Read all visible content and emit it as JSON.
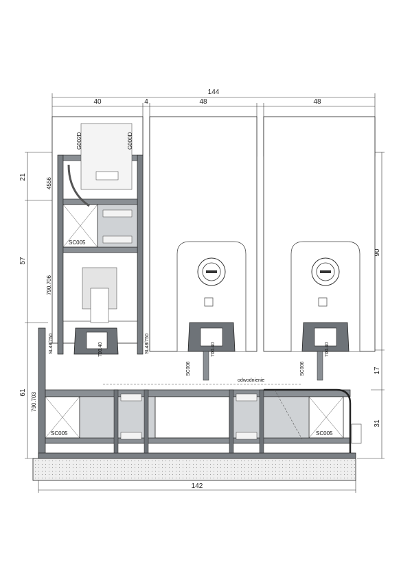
{
  "dimensions": {
    "top_total": "144",
    "top_a": "40",
    "top_b": "4",
    "top_c": "48",
    "top_d": "48",
    "bottom_total": "142",
    "left_21": "21",
    "left_57": "57",
    "left_61": "61",
    "right_90": "90",
    "right_17": "17",
    "right_31": "31"
  },
  "labels": {
    "g002d": "G002D",
    "g000d": "G000D",
    "p4556": "4556",
    "p790706": "790.706",
    "p790703": "790.703",
    "sc005_a": "SC005",
    "sc005_b": "SC005",
    "sc005_c": "SC005",
    "sl48_a": "SL48/750",
    "sl48_b": "SL48/750",
    "p700_a": "700.40",
    "p700_b": "700.40",
    "p700_c": "700.40",
    "sc006_a": "SC006",
    "sc006_b": "SC006",
    "odwodnienie": "odwodnienie"
  },
  "colors": {
    "profile_dark": "#6e7378",
    "profile_mid": "#a9adb1",
    "glass_fill": "#f7f7f7",
    "outline": "#222222"
  }
}
